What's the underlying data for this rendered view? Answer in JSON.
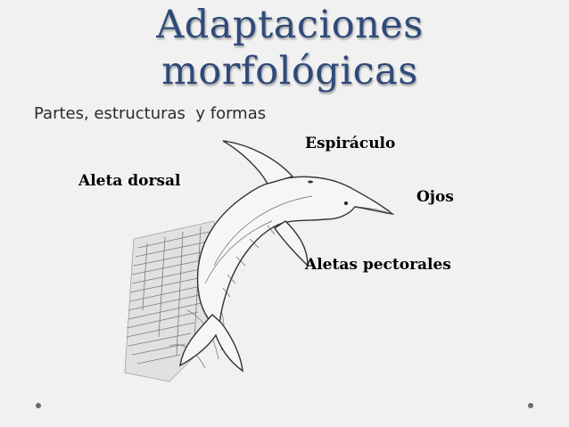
{
  "title": {
    "line1": "Adaptaciones",
    "line2": "morfológicas"
  },
  "subtitle": "Partes, estructuras  y formas",
  "labels": {
    "espiraculo": "Espiráculo",
    "aleta_dorsal": "Aleta dorsal",
    "ojos": "Ojos",
    "aletas_pectorales": "Aletas pectorales"
  },
  "colors": {
    "background": "#f1f1f1",
    "title": "#2f4a7a",
    "text": "#000000"
  },
  "illustration": "dolphin-sketch"
}
